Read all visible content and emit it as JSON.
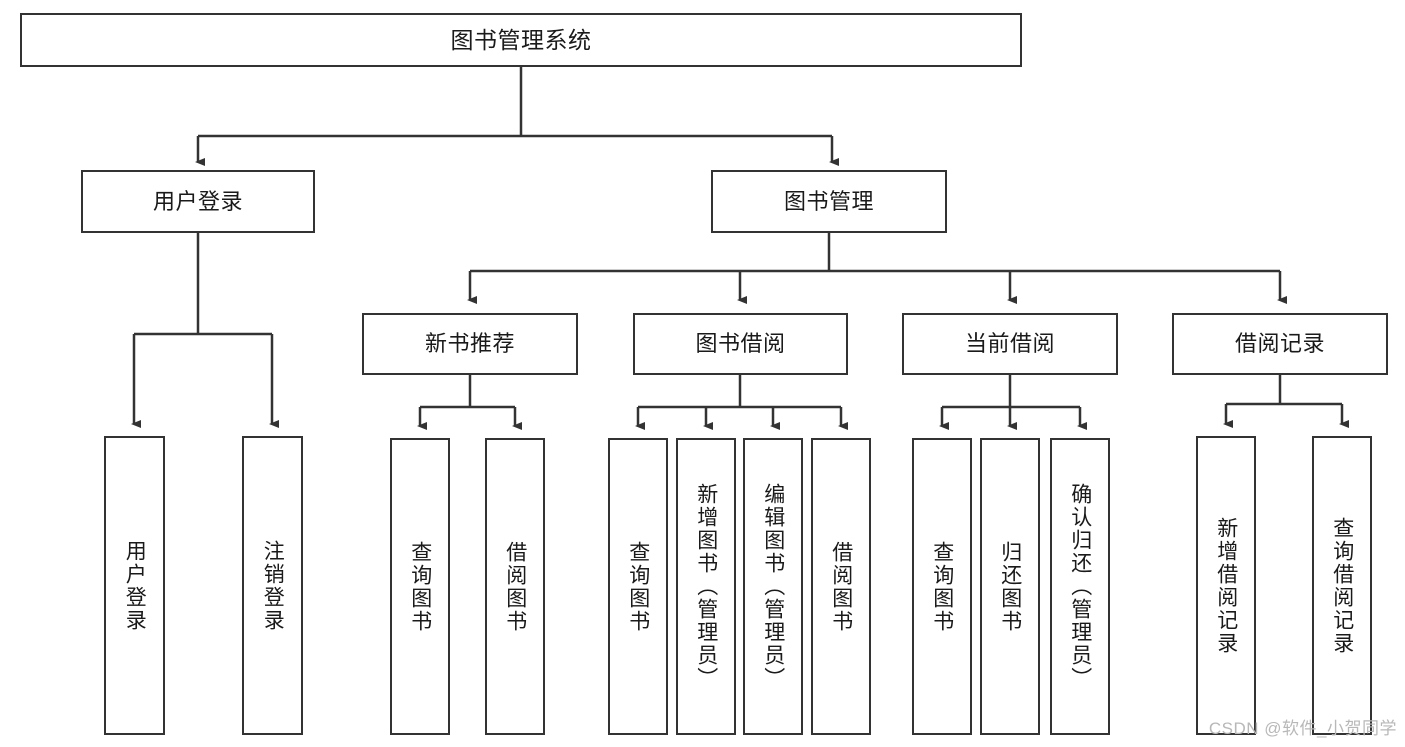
{
  "diagram": {
    "title": "图书管理系统",
    "type": "tree-hierarchy",
    "watermark": "CSDN @软件_小贺同学",
    "colors": {
      "background": "#ffffff",
      "box_border": "#333333",
      "box_fill": "#ffffff",
      "text": "#1a1a1a",
      "edge": "#333333",
      "watermark": "#b8b8b8"
    },
    "nodes": {
      "root": {
        "label": "图书管理系统"
      },
      "level2": [
        {
          "label": "用户登录"
        },
        {
          "label": "图书管理"
        }
      ],
      "level3": [
        {
          "label": "新书推荐"
        },
        {
          "label": "图书借阅"
        },
        {
          "label": "当前借阅"
        },
        {
          "label": "借阅记录"
        }
      ],
      "leaves": {
        "user_login": [
          {
            "label": "用户登录"
          },
          {
            "label": "注销登录"
          }
        ],
        "new_book_recommend": [
          {
            "label": "查询图书"
          },
          {
            "label": "借阅图书"
          }
        ],
        "book_borrow": [
          {
            "label": "查询图书"
          },
          {
            "label": "新增图书（管理员）"
          },
          {
            "label": "编辑图书（管理员）"
          },
          {
            "label": "借阅图书"
          }
        ],
        "current_borrow": [
          {
            "label": "查询图书"
          },
          {
            "label": "归还图书"
          },
          {
            "label": "确认归还（管理员）"
          }
        ],
        "borrow_record": [
          {
            "label": "新增借阅记录"
          },
          {
            "label": "查询借阅记录"
          }
        ]
      }
    }
  }
}
